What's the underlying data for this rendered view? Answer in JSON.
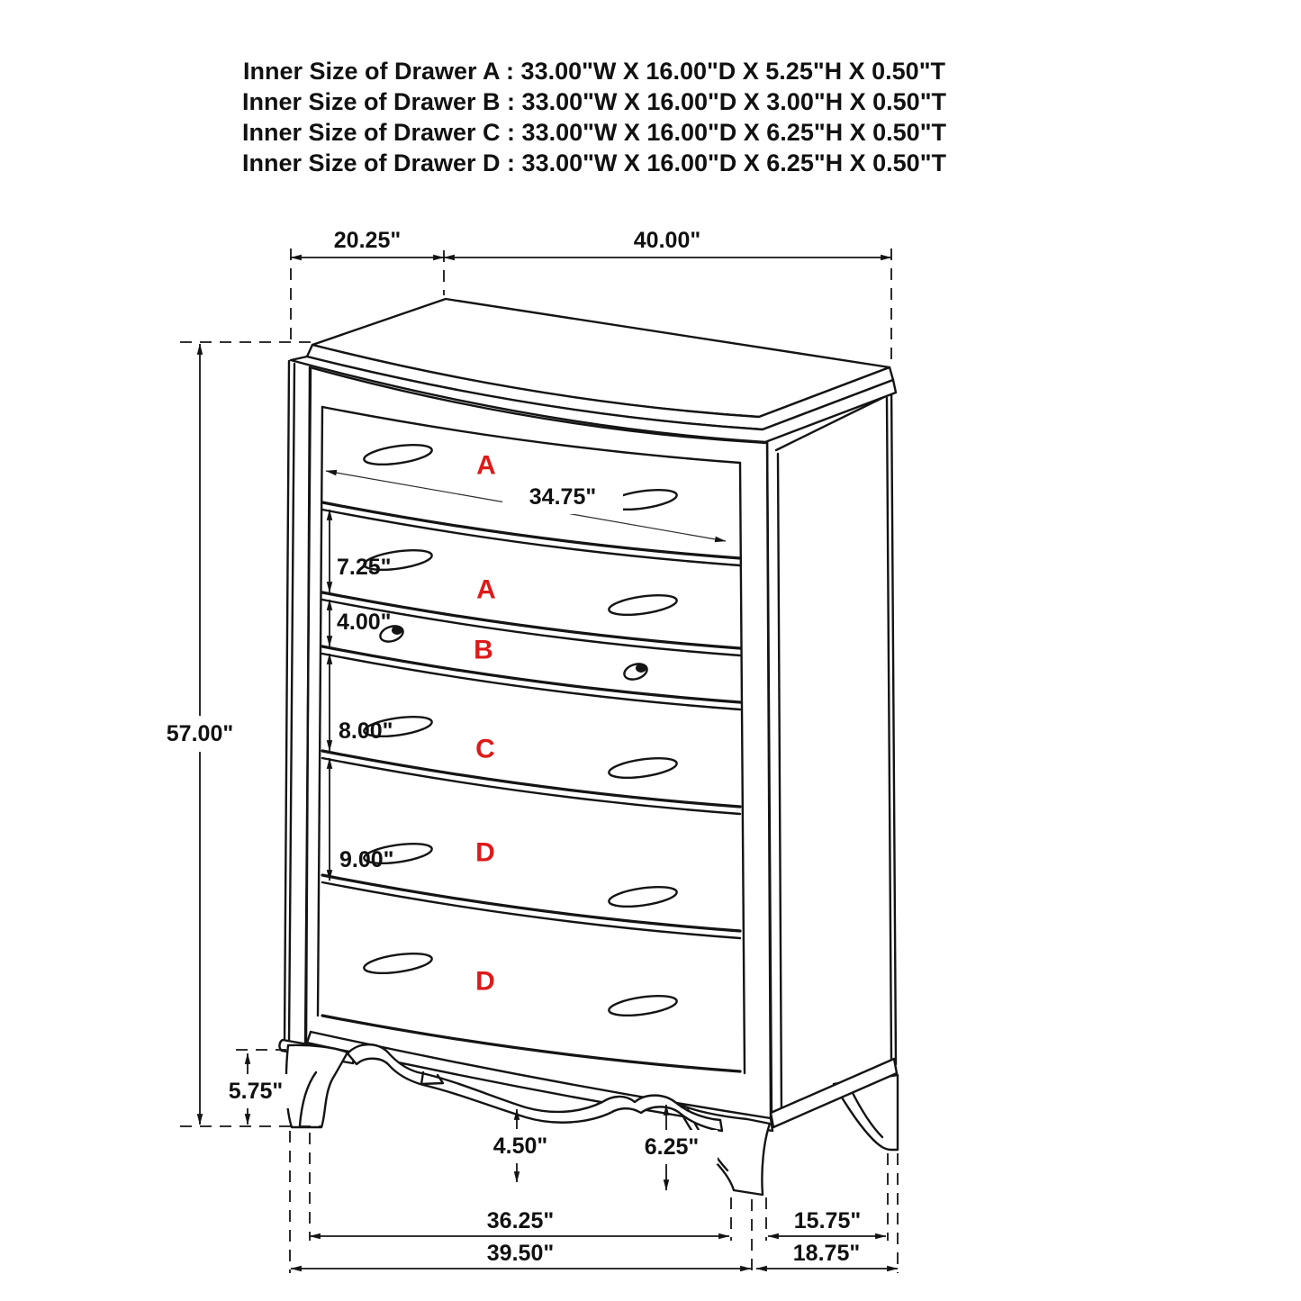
{
  "title": "Chest of drawers dimensional diagram",
  "header": {
    "lines": [
      "Inner Size of Drawer A  : 33.00\"W X 16.00\"D X 5.25\"H X 0.50\"T",
      "Inner Size of Drawer B  : 33.00\"W X 16.00\"D X 3.00\"H X 0.50\"T",
      "Inner Size of Drawer C  : 33.00\"W X 16.00\"D X 6.25\"H X 0.50\"T",
      "Inner Size of Drawer D  : 33.00\"W X 16.00\"D X 6.25\"H X 0.50\"T"
    ]
  },
  "drawer_labels": [
    "A",
    "A",
    "B",
    "C",
    "D",
    "D"
  ],
  "dimensions": {
    "top_depth": "20.25\"",
    "top_width": "40.00\"",
    "overall_height": "57.00\"",
    "drawer_front_width": "34.75\"",
    "drawer_a_height": "7.25\"",
    "drawer_b_height": "4.00\"",
    "drawer_c_height": "8.00\"",
    "drawer_d_height": "9.00\"",
    "leg_height": "5.75\"",
    "apron_clearance_center": "4.50\"",
    "apron_clearance_right": "6.25\"",
    "base_inner_width": "36.25\"",
    "base_outer_width": "39.50\"",
    "base_inner_depth": "15.75\"",
    "base_outer_depth": "18.75\""
  },
  "colors": {
    "line": "#141414",
    "drawer_label_red": "#dd1a1a",
    "background": "#ffffff"
  }
}
